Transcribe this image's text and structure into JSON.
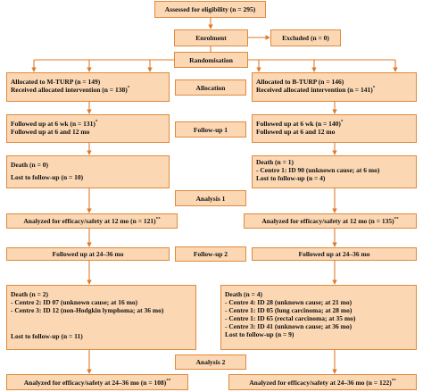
{
  "assessed": "Assessed for eligibility (n = 295)",
  "enrolment": "Enrolment",
  "excluded": "Excluded (n = 0)",
  "randomisation": "Randomisation",
  "left_alloc": {
    "line1": "Allocated to M-TURP (n = 149)",
    "line2": "Received allocated intervention (n = 138)",
    "mark": "*"
  },
  "allocation": "Allocation",
  "right_alloc": {
    "line1": "Allocated to B-TURP (n = 146)",
    "line2": "Received allocated intervention (n = 141)",
    "mark": "*"
  },
  "left_fu1": {
    "line1": "Followed up at 6 wk (n = 131)",
    "mark": "*",
    "line2": "Followed up at 6 and 12 mo"
  },
  "followup1": "Follow-up 1",
  "right_fu1": {
    "line1": "Followed up at 6 wk (n = 140)",
    "mark": "*",
    "line2": "Followed up at 6 and 12 mo"
  },
  "left_death1": {
    "death": "Death (n = 0)",
    "lost": "Lost to follow-up (n = 10)"
  },
  "right_death1": {
    "death": "Death (n = 1)",
    "detail": "- Centre 1: ID 90 (unknown cause; at 6 mo)",
    "lost": "Lost to follow-up (n = 4)"
  },
  "analysis1": "Analysis 1",
  "left_an1": {
    "text": "Analyzed for efficacy/safety at 12 mo (n = 121)",
    "mark": "**"
  },
  "right_an1": {
    "text": "Analyzed for efficacy/safety at 12 mo (n = 135)",
    "mark": "**"
  },
  "left_fu2": "Followed up at 24–36 mo",
  "followup2": "Follow-up 2",
  "right_fu2": "Followed up at 24–36 mo",
  "left_death2": {
    "death": "Death (n = 2)",
    "details": [
      "- Centre 2: ID 07 (unknown cause; at 16 mo)",
      "- Centre 3: ID 12 (non-Hodgkin lymphoma; at 36 mo)"
    ],
    "lost": "Lost to follow-up (n = 11)"
  },
  "right_death2": {
    "death": "Death (n = 4)",
    "details": [
      "- Centre 4: ID 28 (unknown cause; at 21 mo)",
      "- Centre 1: ID 05 (lung carcinoma; at 28 mo)",
      "- Centre 1: ID 65 (rectal carcinoma; at 35 mo)",
      "- Centre 3: ID 41 (unknown cause; at 36 mo)"
    ],
    "lost": "Lost to follow-up (n = 9)"
  },
  "analysis2": "Analysis 2",
  "left_an2": {
    "text": "Analyzed for efficacy/safety at 24–36 mo (n = 108)",
    "mark": "**"
  },
  "right_an2": {
    "text": "Analyzed for efficacy/safety at 24–36 mo (n = 122)",
    "mark": "**"
  },
  "colors": {
    "box_fill": "#fbd7b3",
    "box_border": "#e08a3c",
    "arrow": "#e07a2a"
  }
}
